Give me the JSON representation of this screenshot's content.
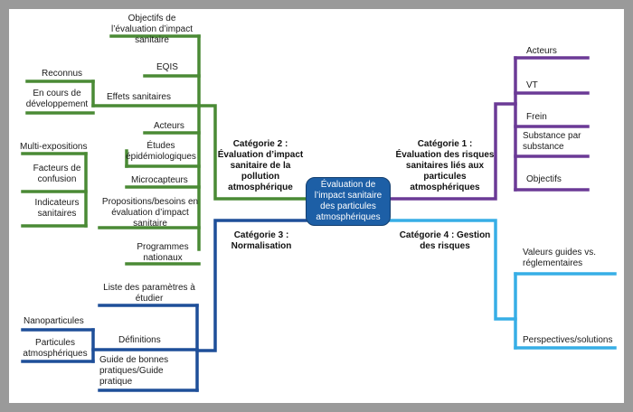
{
  "colors": {
    "frame": "#9a9a9a",
    "green": "#4a8a35",
    "purple": "#6b3a96",
    "navy": "#1e4f99",
    "sky": "#37aee6",
    "center_fill": "#1d5fa6"
  },
  "center": {
    "label": "Évaluation de l’impact sanitaire des particules atmosphériques"
  },
  "categories": {
    "cat1": {
      "label": "Catégorie 1 : Évaluation des risques sanitaires liés aux particules atmosphériques"
    },
    "cat2": {
      "label": "Catégorie 2 : Évaluation d’impact sanitaire de la pollution atmosphérique"
    },
    "cat3": {
      "label": "Catégorie 3 : Normalisation"
    },
    "cat4": {
      "label": "Catégorie 4 : Gestion des risques"
    }
  },
  "branches": {
    "cat1": [
      "Acteurs",
      "VT",
      "Frein",
      "Substance par substance",
      "Objectifs"
    ],
    "cat2": [
      "Objectifs de l’évaluation d’impact sanitaire",
      "EQIS",
      "Effets sanitaires",
      "Acteurs",
      "Études épidémiologiques",
      "Microcapteurs",
      "Propositions/besoins en évaluation d’impact sanitaire",
      "Programmes nationaux"
    ],
    "cat2_effets": [
      "Reconnus",
      "En cours de développement"
    ],
    "cat2_etudes": [
      "Multi-expositions",
      "Facteurs de confusion",
      "Indicateurs sanitaires"
    ],
    "cat3": [
      "Liste des paramètres à étudier",
      "Définitions",
      "Guide de bonnes pratiques/Guide pratique"
    ],
    "cat3_definitions": [
      "Nanoparticules",
      "Particules atmosphériques"
    ],
    "cat4": [
      "Valeurs guides vs. réglementaires",
      "Perspectives/solutions"
    ]
  }
}
